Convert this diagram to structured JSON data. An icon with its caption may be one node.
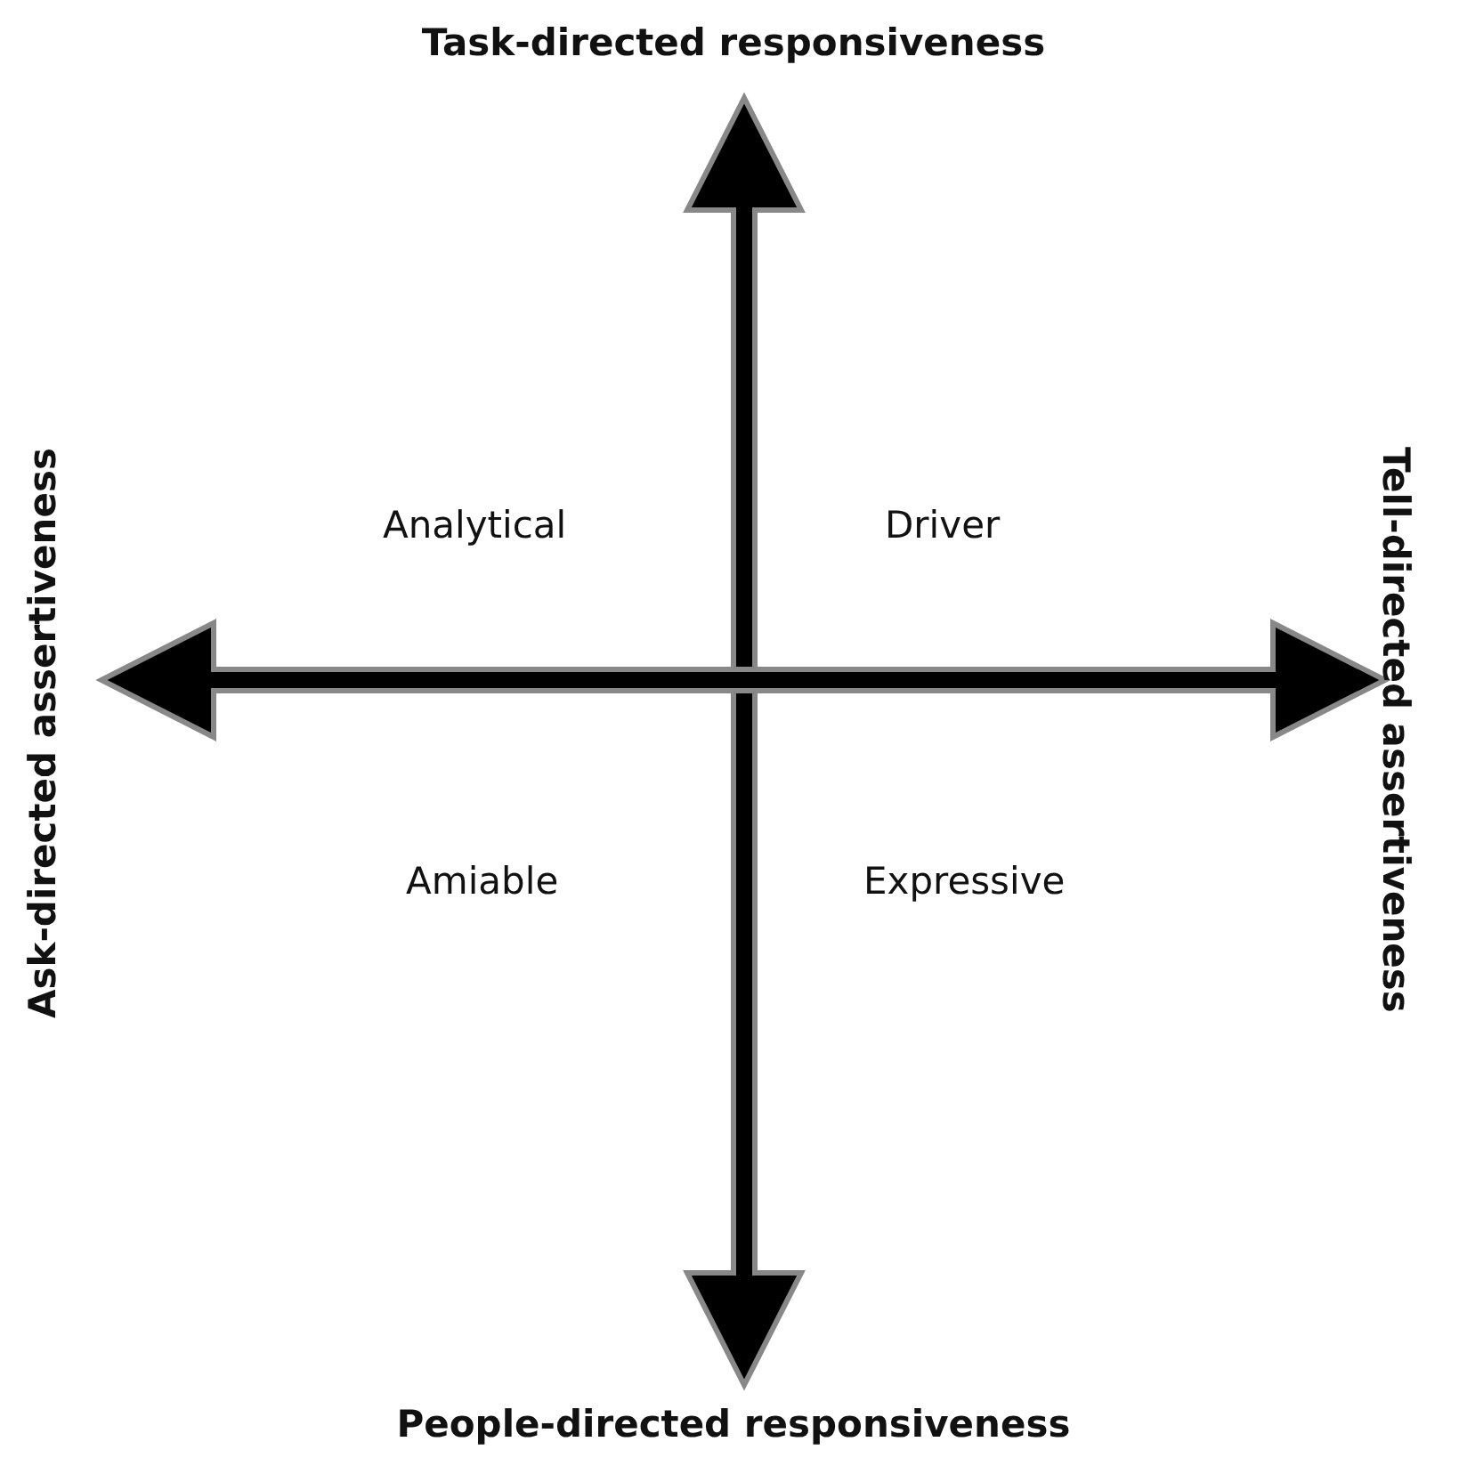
{
  "diagram": {
    "labels": [
      "Task-directed responsiveness",
      "Ask-directed assertiveness",
      "Analytical",
      "Driver",
      "Tell-directed assertiveness",
      "Amiable",
      "Expressive",
      "People-directed responsiveness"
    ]
  }
}
